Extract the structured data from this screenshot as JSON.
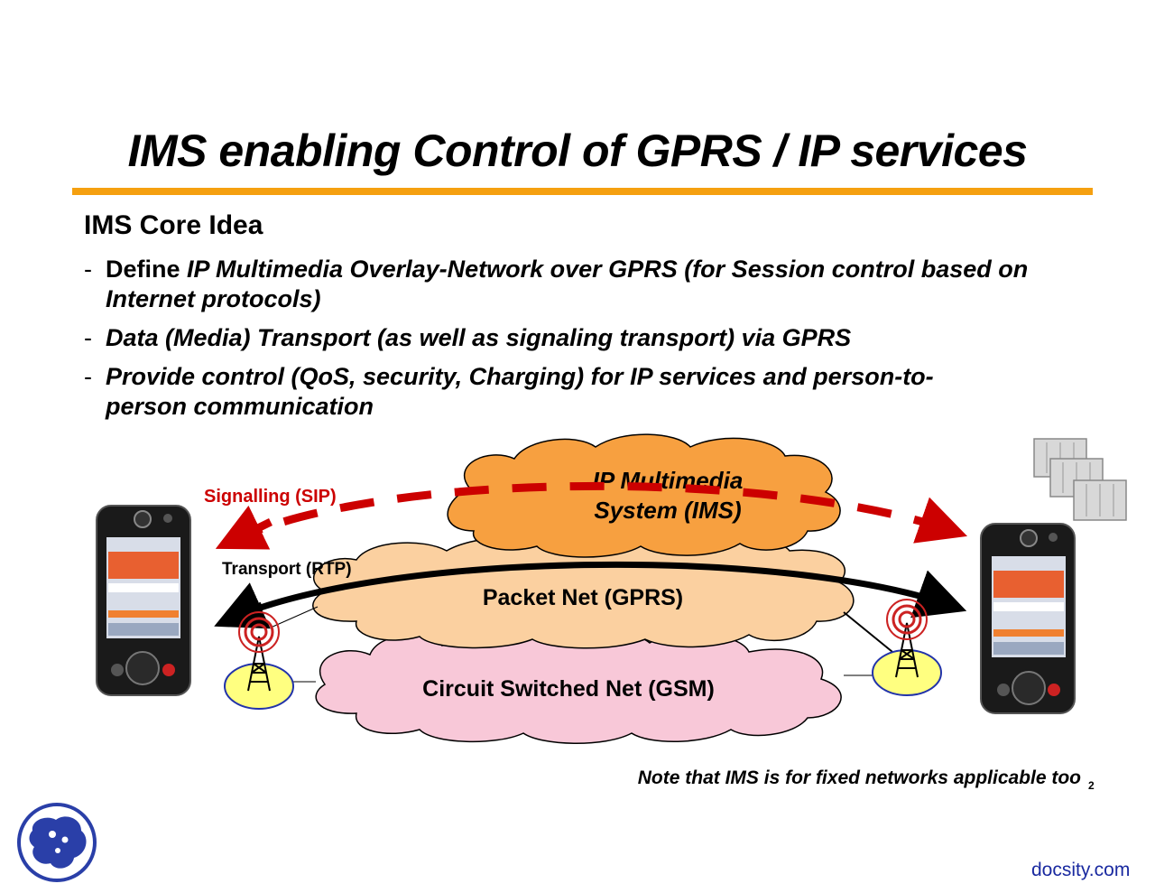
{
  "title": "IMS enabling Control of GPRS / IP services",
  "heading": "IMS Core Idea",
  "bullets": [
    {
      "dash": "-",
      "prefix": "Define ",
      "italic": "IP Multimedia Overlay-Network over GPRS (for Session control based on Internet protocols)"
    },
    {
      "dash": "-",
      "prefix": "",
      "italic": "Data (Media) Transport (as well as signaling transport) via GPRS"
    },
    {
      "dash": "-",
      "prefix": "",
      "italic": "Provide control (QoS, security, Charging) for IP services and person-to-person communication"
    }
  ],
  "diagram": {
    "ims_line1": "IP Multimedia",
    "ims_line2": "System (IMS)",
    "packet_net": "Packet Net (GPRS)",
    "circuit_net": "Circuit Switched Net (GSM)",
    "signalling": "Signalling (SIP)",
    "transport": "Transport (RTP)",
    "colors": {
      "ims_cloud": "#f7a040",
      "packet_cloud": "#fbd0a0",
      "circuit_cloud": "#f8c8d8",
      "signalling": "#cc0000",
      "rule": "#f5a010"
    }
  },
  "note": "Note that IMS is for fixed networks applicable too",
  "page_number": "2",
  "footer": "docsity.com"
}
